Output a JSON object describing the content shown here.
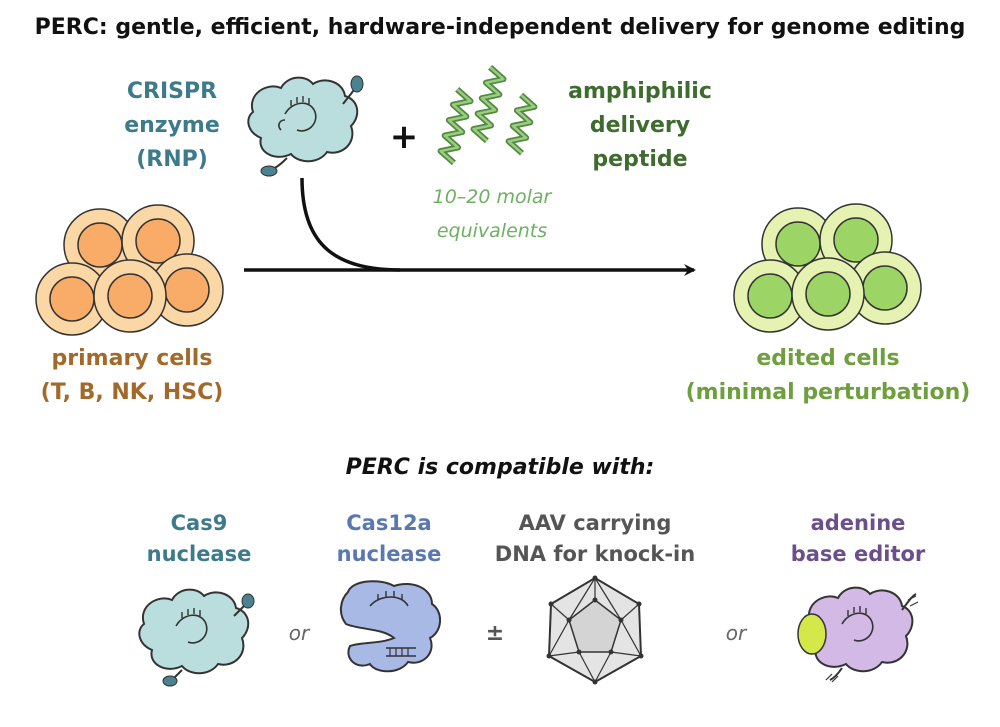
{
  "title": "PERC: gentle, efficient, hardware-independent delivery for genome editing",
  "rnp": {
    "line1": "CRISPR",
    "line2": "enzyme",
    "line3": "(RNP)"
  },
  "plus": "+",
  "peptide": {
    "line1": "amphiphilic",
    "line2": "delivery",
    "line3": "peptide"
  },
  "ratio": {
    "line1": "10–20 molar",
    "line2": "equivalents"
  },
  "primary": {
    "line1": "primary cells",
    "line2": "(T, B, NK, HSC)"
  },
  "edited": {
    "line1": "edited cells",
    "line2": "(minimal perturbation)"
  },
  "compat_heading": "PERC is compatible with:",
  "cas9": {
    "line1": "Cas9",
    "line2": "nuclease"
  },
  "or1": "or",
  "cas12a": {
    "line1": "Cas12a",
    "line2": "nuclease"
  },
  "pm": "±",
  "aav": {
    "line1": "AAV carrying",
    "line2": "DNA for knock-in"
  },
  "or2": "or",
  "abe": {
    "line1": "adenine",
    "line2": "base editor"
  },
  "colors": {
    "title": "#111111",
    "rnp": "#3d7a8c",
    "peptide": "#3e6b2e",
    "ratio": "#6fb063",
    "primary": "#a2692a",
    "edited": "#6e9f3d",
    "cas12a": "#5a78b0",
    "aav": "#555555",
    "abe": "#6b4f8a",
    "or": "#666666"
  }
}
